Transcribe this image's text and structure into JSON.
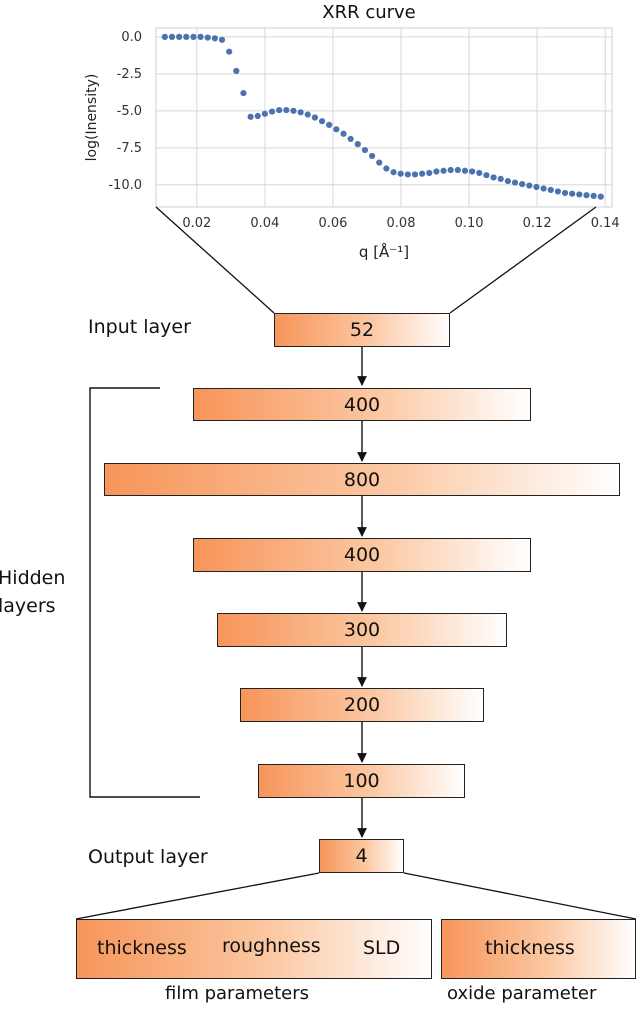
{
  "chart_data": {
    "type": "scatter",
    "title": "XRR curve",
    "xlabel": "q [Å⁻¹]",
    "ylabel": "log(Inensity)",
    "xlim": [
      0.008,
      0.142
    ],
    "ylim": [
      -11.5,
      0.6
    ],
    "xticks": [
      "0.02",
      "0.04",
      "0.06",
      "0.08",
      "0.10",
      "0.12",
      "0.14"
    ],
    "xtick_values": [
      0.02,
      0.04,
      0.06,
      0.08,
      0.1,
      0.12,
      0.14
    ],
    "yticks": [
      "0.0",
      "-2.5",
      "-5.0",
      "-7.5",
      "-10.0"
    ],
    "ytick_values": [
      0.0,
      -2.5,
      -5.0,
      -7.5,
      -10.0
    ],
    "grid": true,
    "color": "#4c72b0",
    "x": [
      0.0106,
      0.0127,
      0.0148,
      0.0169,
      0.019,
      0.0211,
      0.0232,
      0.0253,
      0.0274,
      0.0295,
      0.0316,
      0.0337,
      0.0358,
      0.0379,
      0.04,
      0.0421,
      0.0442,
      0.0463,
      0.0484,
      0.0505,
      0.0526,
      0.0547,
      0.0568,
      0.0589,
      0.061,
      0.0631,
      0.0652,
      0.0673,
      0.0694,
      0.0715,
      0.0736,
      0.0757,
      0.0778,
      0.0799,
      0.082,
      0.0841,
      0.0862,
      0.0883,
      0.0904,
      0.0925,
      0.0946,
      0.0967,
      0.0988,
      0.1009,
      0.103,
      0.1051,
      0.1072,
      0.1093,
      0.1114,
      0.1135,
      0.1156,
      0.1177,
      0.1198,
      0.1219,
      0.124,
      0.1261,
      0.1282,
      0.1303,
      0.1324,
      0.1345,
      0.1366,
      0.1387
    ],
    "y": [
      0.0,
      0.0,
      0.0,
      0.0,
      0.0,
      0.0,
      -0.05,
      -0.1,
      -0.2,
      -1.0,
      -2.3,
      -3.8,
      -5.4,
      -5.35,
      -5.2,
      -5.05,
      -4.95,
      -4.95,
      -5.0,
      -5.1,
      -5.25,
      -5.45,
      -5.7,
      -5.95,
      -6.25,
      -6.55,
      -6.9,
      -7.25,
      -7.65,
      -8.05,
      -8.5,
      -8.9,
      -9.15,
      -9.25,
      -9.3,
      -9.3,
      -9.25,
      -9.2,
      -9.1,
      -9.05,
      -9.0,
      -9.0,
      -9.05,
      -9.1,
      -9.2,
      -9.35,
      -9.5,
      -9.6,
      -9.75,
      -9.85,
      -9.95,
      -10.05,
      -10.15,
      -10.25,
      -10.35,
      -10.45,
      -10.55,
      -10.6,
      -10.65,
      -10.7,
      -10.75,
      -10.8
    ]
  },
  "network": {
    "input_label": "Input layer",
    "hidden_label_line1": "Hidden",
    "hidden_label_line2": "layers",
    "output_label": "Output layer",
    "layers": {
      "input": "52",
      "h1": "400",
      "h2": "800",
      "h3": "400",
      "h4": "300",
      "h5": "200",
      "h6": "100",
      "output": "4"
    }
  },
  "parameters": {
    "film": [
      "thickness",
      "roughness",
      "SLD"
    ],
    "film_caption": "film parameters",
    "oxide": [
      "thickness"
    ],
    "oxide_caption": "oxide parameter"
  },
  "colors": {
    "gradient_start": "#f7955a",
    "gradient_mid": "#fbc8a3",
    "point": "#4c72b0",
    "grid": "#d8d8d8"
  }
}
